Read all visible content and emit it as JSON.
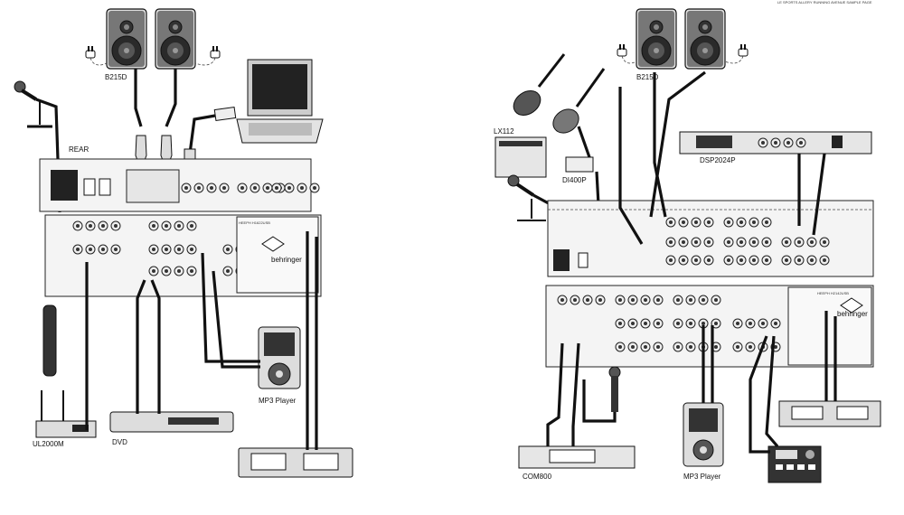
{
  "header": {
    "tiny_text": "LE SPORTS ALLERY RUNNING AVENUE SAMPLE PAGE"
  },
  "left_setup": {
    "speakers_label": "B215D",
    "rear_label": "REAR",
    "wireless_label": "UL2000M",
    "dvd_label": "DVD",
    "mp3_label": "MP3 Player",
    "mixer_brand": "behringer",
    "mixer_model": "HEEPH H1622USB"
  },
  "right_setup": {
    "speakers_label": "B215D",
    "amp_label": "LX112",
    "di_label": "DI400P",
    "effects_label": "DSP2024P",
    "compressor_label": "COM800",
    "mp3_label": "MP3 Player",
    "mixer_brand": "behringer",
    "mixer_model": "HEEPH H2142USB"
  },
  "icons": [
    "speaker-icon",
    "microphone-icon",
    "laptop-icon",
    "usb-plug-icon",
    "power-plug-icon",
    "electric-guitar-icon",
    "mp3-player-icon",
    "cassette-deck-icon",
    "drum-machine-icon",
    "dvd-player-icon",
    "wireless-receiver-icon",
    "handheld-mic-icon",
    "rack-unit-icon",
    "behringer-logo-icon"
  ]
}
